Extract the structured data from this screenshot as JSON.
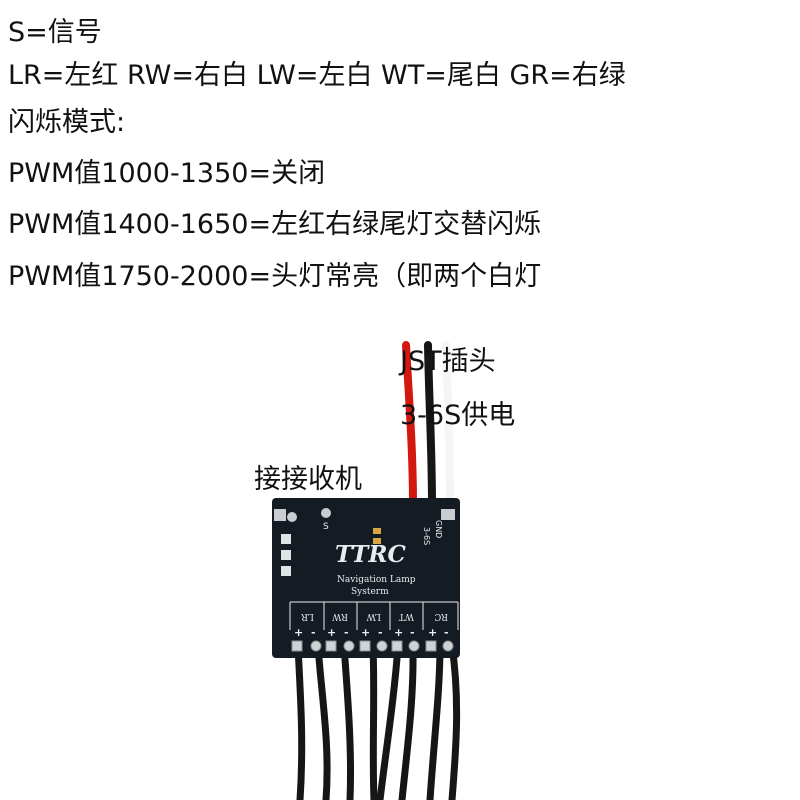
{
  "legend": {
    "signal": "S=信号",
    "wire_codes": "LR=左红   RW=右白   LW=左白  WT=尾白   GR=右绿",
    "flash_modes_heading": "闪烁模式:",
    "modes": [
      "PWM值1000-1350=关闭",
      "PWM值1400-1650=左红右绿尾灯交替闪烁",
      "PWM值1750-2000=头灯常亮（即两个白灯"
    ]
  },
  "callouts": {
    "jst": "JST插头",
    "power": "3-6S供电",
    "receiver": "接接收机"
  },
  "board": {
    "logo": "TTRC",
    "line1": "Navigation Lamp",
    "line2": "Systerm",
    "signal_pin": "S",
    "power_label": "3-6S",
    "gnd_label": "GND",
    "ports": [
      "LR",
      "RW",
      "LW",
      "WT",
      "RC"
    ],
    "pin_signs": [
      "+",
      "-"
    ]
  },
  "colors": {
    "board": "#141b22",
    "wire_red": "#d4170f",
    "wire_black": "#161616",
    "silkscreen": "#e8edf2"
  }
}
